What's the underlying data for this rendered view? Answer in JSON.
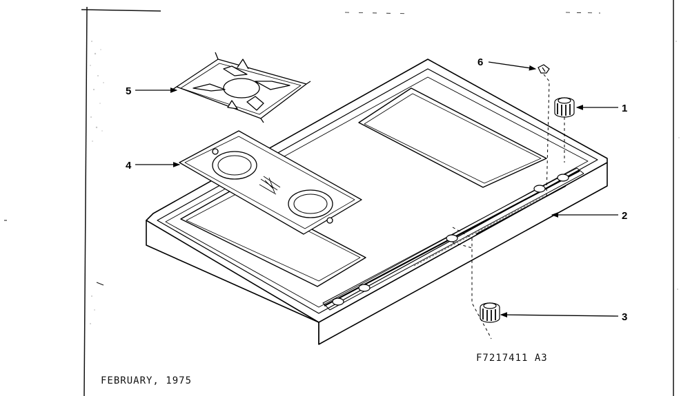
{
  "callouts": {
    "c1": "1",
    "c2": "2",
    "c3": "3",
    "c4": "4",
    "c5": "5",
    "c6": "6"
  },
  "footer": {
    "date": "FEBRUARY, 1975",
    "figure_id": "F7217411 A3"
  }
}
